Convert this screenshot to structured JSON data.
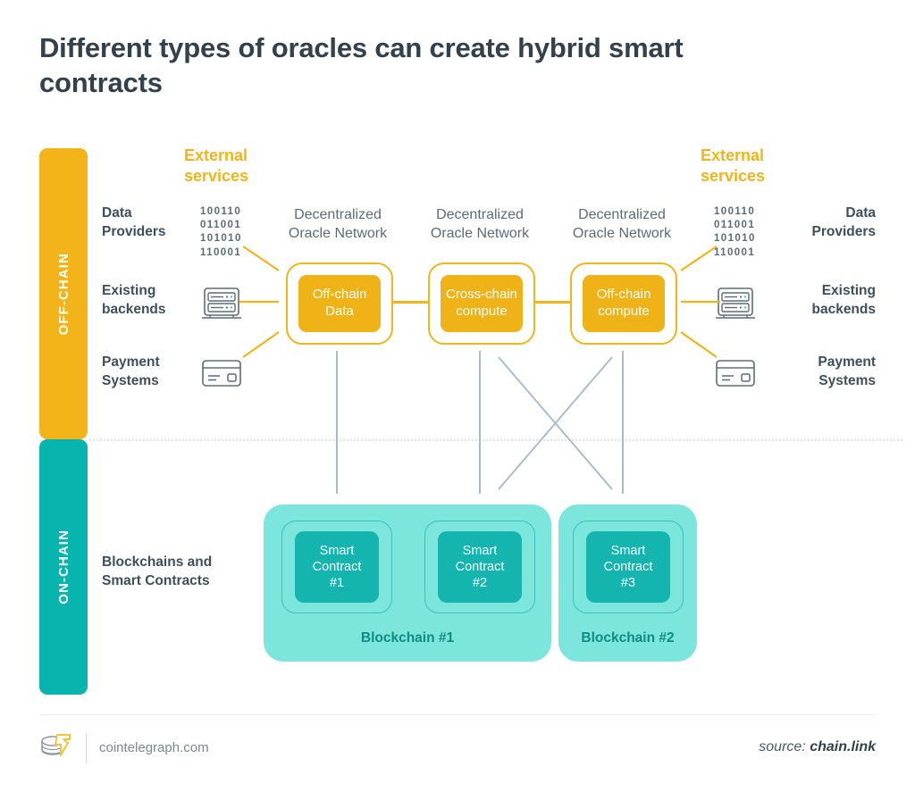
{
  "title": "Different types of oracles can create hybrid smart contracts",
  "layers": {
    "offchain_label": "OFF-CHAIN",
    "onchain_label": "ON-CHAIN"
  },
  "external_services": {
    "left_heading": "External\nservices",
    "right_heading": "External\nservices",
    "left_items": [
      {
        "label": "Data\nProviders",
        "icon": "binary-data-icon",
        "icon_text": "100110\n011001\n101010\n110001"
      },
      {
        "label": "Existing\nbackends",
        "icon": "server-icon"
      },
      {
        "label": "Payment\nSystems",
        "icon": "credit-card-icon"
      }
    ],
    "right_items": [
      {
        "label": "Data\nProviders",
        "icon": "binary-data-icon",
        "icon_text": "100110\n011001\n101010\n110001"
      },
      {
        "label": "Existing\nbackends",
        "icon": "server-icon"
      },
      {
        "label": "Payment\nSystems",
        "icon": "credit-card-icon"
      }
    ]
  },
  "oracle_networks": [
    {
      "heading": "Decentralized\nOracle Network",
      "box_label": "Off-chain\nData"
    },
    {
      "heading": "Decentralized\nOracle Network",
      "box_label": "Cross-chain\ncompute"
    },
    {
      "heading": "Decentralized\nOracle Network",
      "box_label": "Off-chain\ncompute"
    }
  ],
  "onchain": {
    "side_label": "Blockchains and\nSmart Contracts",
    "chains": [
      {
        "name": "Blockchain #1",
        "contracts": [
          {
            "label": "Smart\nContract\n#1"
          },
          {
            "label": "Smart\nContract\n#2"
          }
        ]
      },
      {
        "name": "Blockchain #2",
        "contracts": [
          {
            "label": "Smart\nContract\n#3"
          }
        ]
      }
    ]
  },
  "footer": {
    "site": "cointelegraph.com",
    "source_prefix": "source: ",
    "source_name": "chain.link"
  },
  "colors": {
    "orange": "#F2B418",
    "orange_fill": "#EFB318",
    "teal": "#08B5AE",
    "teal_fill": "#14B5AE",
    "mint": "#7DE6DC",
    "ink": "#33414d",
    "muted": "#5b6b78",
    "arrow_gray": "#a8bdc9"
  }
}
